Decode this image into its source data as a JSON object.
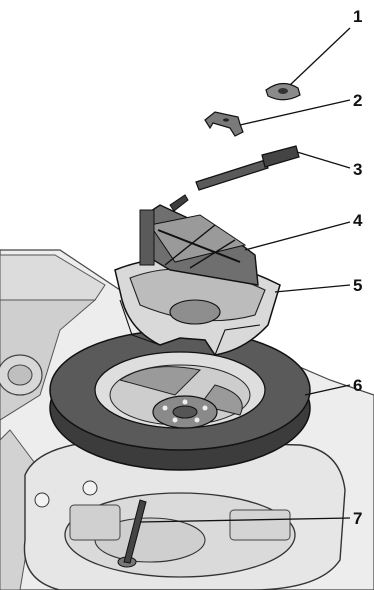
{
  "diagram": {
    "callouts": [
      {
        "id": 1,
        "label": "1",
        "part": "wing-nut"
      },
      {
        "id": 2,
        "label": "2",
        "part": "retainer-bracket"
      },
      {
        "id": 3,
        "label": "3",
        "part": "jack-handle"
      },
      {
        "id": 4,
        "label": "4",
        "part": "scissor-jack"
      },
      {
        "id": 5,
        "label": "5",
        "part": "jack-storage-tray"
      },
      {
        "id": 6,
        "label": "6",
        "part": "compact-spare-tire"
      },
      {
        "id": 7,
        "label": "7",
        "part": "hold-down-bolt"
      }
    ],
    "colors": {
      "outline": "#111111",
      "tire": "#5a5a5a",
      "tire-dark": "#3c3c3c",
      "metal": "#7a7a7a",
      "floor": "#e4e4e4",
      "shade": "#c9c9c9"
    }
  }
}
